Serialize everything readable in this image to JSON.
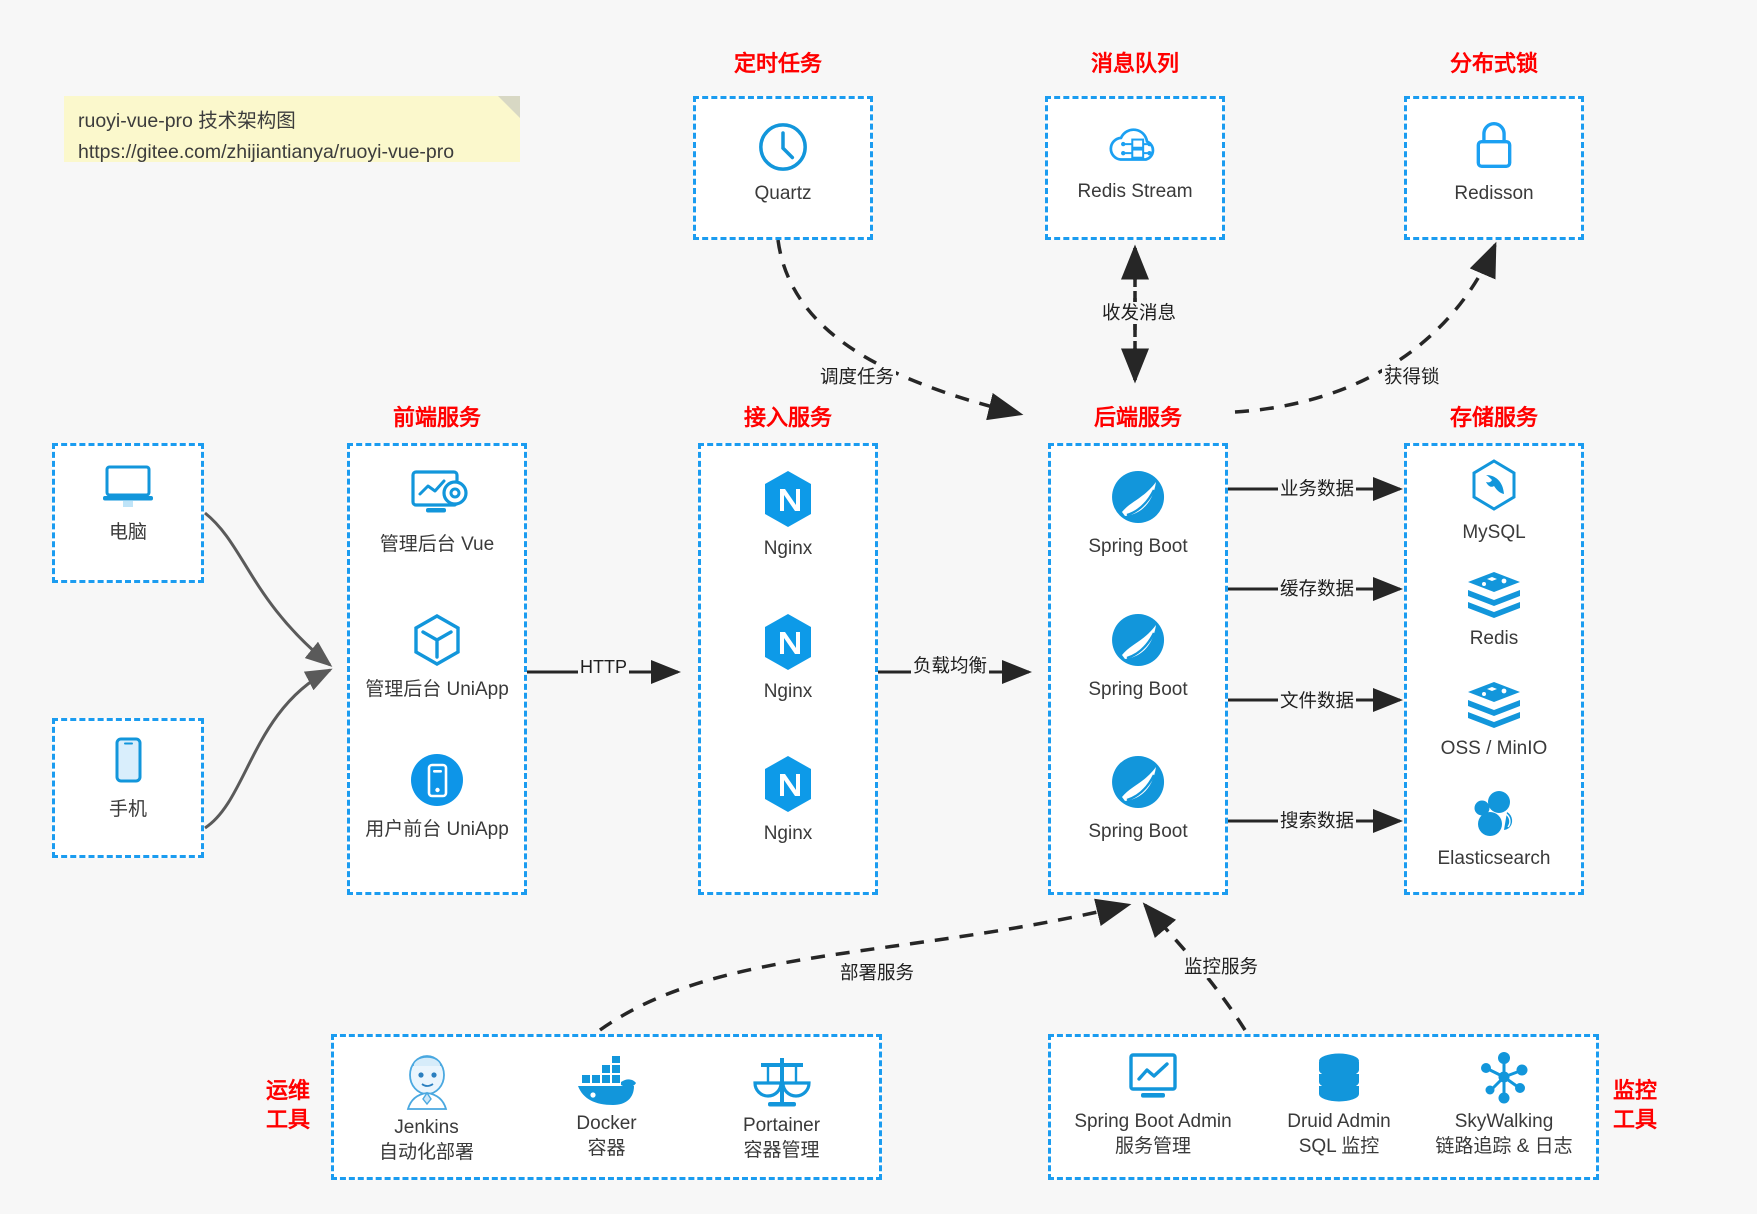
{
  "note": {
    "line1": "ruoyi-vue-pro 技术架构图",
    "line2": "https://gitee.com/zhijiantianya/ruoyi-vue-pro"
  },
  "colors": {
    "accent_blue": "#1b9cf0",
    "icon_blue": "#1296db",
    "title_red": "#ff0000",
    "background": "#f7f7f7",
    "arrow_dark": "#262626",
    "arrow_gray": "#595959",
    "note_yellow": "#fbf8cc"
  },
  "groups": {
    "scheduled_task": {
      "title": "定时任务",
      "nodes": [
        {
          "label": "Quartz",
          "icon": "clock-icon"
        }
      ]
    },
    "message_queue": {
      "title": "消息队列",
      "nodes": [
        {
          "label": "Redis Stream",
          "icon": "cloud-stream-icon"
        }
      ]
    },
    "distributed_lock": {
      "title": "分布式锁",
      "nodes": [
        {
          "label": "Redisson",
          "icon": "lock-icon"
        }
      ]
    },
    "clients": {
      "nodes": [
        {
          "label": "电脑",
          "icon": "desktop-icon"
        },
        {
          "label": "手机",
          "icon": "phone-icon"
        }
      ]
    },
    "frontend": {
      "title": "前端服务",
      "nodes": [
        {
          "label": "管理后台 Vue",
          "icon": "admin-dashboard-icon"
        },
        {
          "label": "管理后台 UniApp",
          "icon": "cube-icon"
        },
        {
          "label": "用户前台 UniApp",
          "icon": "mobile-app-icon"
        }
      ]
    },
    "gateway": {
      "title": "接入服务",
      "nodes": [
        {
          "label": "Nginx",
          "icon": "nginx-icon"
        },
        {
          "label": "Nginx",
          "icon": "nginx-icon"
        },
        {
          "label": "Nginx",
          "icon": "nginx-icon"
        }
      ]
    },
    "backend": {
      "title": "后端服务",
      "nodes": [
        {
          "label": "Spring Boot",
          "icon": "spring-boot-icon"
        },
        {
          "label": "Spring Boot",
          "icon": "spring-boot-icon"
        },
        {
          "label": "Spring Boot",
          "icon": "spring-boot-icon"
        }
      ]
    },
    "storage": {
      "title": "存储服务",
      "nodes": [
        {
          "label": "MySQL",
          "icon": "mysql-icon"
        },
        {
          "label": "Redis",
          "icon": "redis-icon"
        },
        {
          "label": "OSS / MinIO",
          "icon": "oss-minio-icon"
        },
        {
          "label": "Elasticsearch",
          "icon": "elasticsearch-icon"
        }
      ]
    },
    "devops": {
      "title_line1": "运维",
      "title_line2": "工具",
      "nodes": [
        {
          "label": "Jenkins",
          "sublabel": "自动化部署",
          "icon": "jenkins-icon"
        },
        {
          "label": "Docker",
          "sublabel": "容器",
          "icon": "docker-icon"
        },
        {
          "label": "Portainer",
          "sublabel": "容器管理",
          "icon": "scales-icon"
        }
      ]
    },
    "monitoring": {
      "title_line1": "监控",
      "title_line2": "工具",
      "nodes": [
        {
          "label": "Spring Boot Admin",
          "sublabel": "服务管理",
          "icon": "monitor-chart-icon"
        },
        {
          "label": "Druid Admin",
          "sublabel": "SQL 监控",
          "icon": "database-icon"
        },
        {
          "label": "SkyWalking",
          "sublabel": "链路追踪 & 日志",
          "icon": "skywalking-icon"
        }
      ]
    }
  },
  "edges": {
    "http": "HTTP",
    "load_balance": "负载均衡",
    "schedule_task": "调度任务",
    "send_receive_message": "收发消息",
    "acquire_lock": "获得锁",
    "business_data": "业务数据",
    "cache_data": "缓存数据",
    "file_data": "文件数据",
    "search_data": "搜索数据",
    "deploy_service": "部署服务",
    "monitor_service": "监控服务"
  }
}
